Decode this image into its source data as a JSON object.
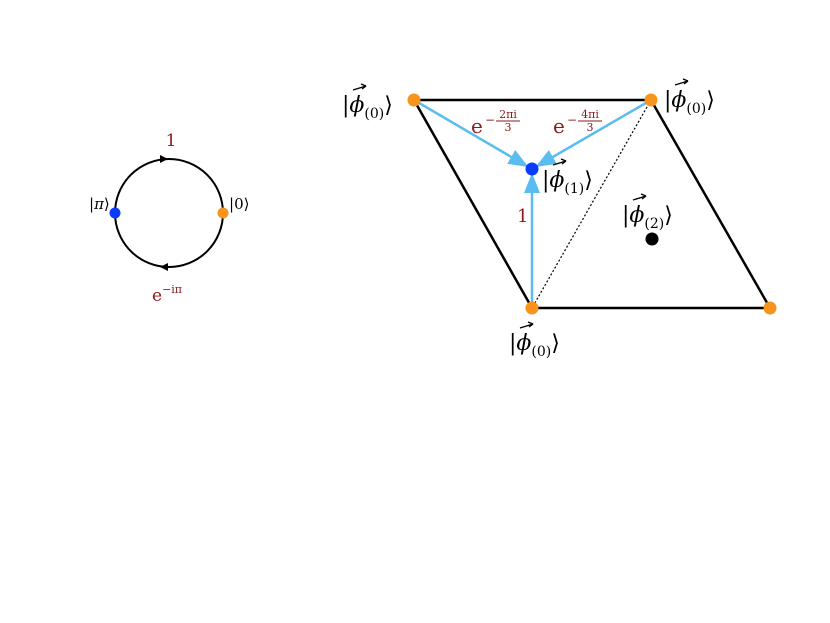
{
  "colors": {
    "orange_node": "#f7941d",
    "blue_node": "#0a3cff",
    "black_node": "#000000",
    "cyan_arrow": "#5bbcf0",
    "label_red": "#8b1a1a",
    "edge": "#000000"
  },
  "circle": {
    "top_label": "1",
    "bottom_label": "e",
    "bottom_label_exp": "−iπ",
    "left_ket_symbol": "π",
    "right_ket_symbol": "0"
  },
  "lattice": {
    "phi_symbol": "ϕ",
    "ket_top_left_sub": "(0)",
    "ket_top_right_sub": "(0)",
    "ket_center_sub": "(1)",
    "ket_bottom_sub": "(0)",
    "ket_right_sub": "(2)",
    "phase_left_base": "e",
    "phase_left_num": "2πi",
    "phase_left_den": "3",
    "phase_right_base": "e",
    "phase_right_num": "4πi",
    "phase_right_den": "3",
    "phase_vertical": "1"
  }
}
